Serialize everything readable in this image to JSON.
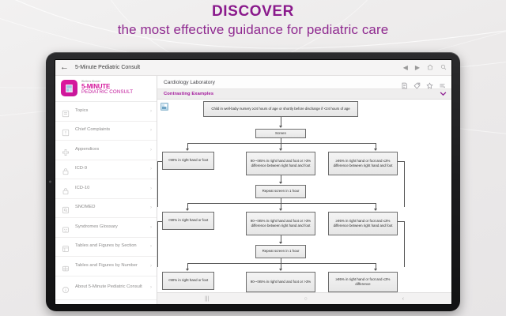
{
  "promo": {
    "title": "DISCOVER",
    "subtitle": "the most effective guidance for pediatric care"
  },
  "colors": {
    "brand_purple": "#8a1a8c",
    "brand_magenta": "#d4189c",
    "section_accent": "#a2159b",
    "page_background": "#f0eeee"
  },
  "appbar": {
    "back_icon": "←",
    "title": "5-Minute Pediatric Consult",
    "icons": [
      {
        "name": "nav-back-icon",
        "glyph": "◀"
      },
      {
        "name": "nav-forward-icon",
        "glyph": "▶"
      },
      {
        "name": "home-icon",
        "glyph": "⌂"
      },
      {
        "name": "search-icon",
        "glyph": "⚲"
      }
    ]
  },
  "sidebar": {
    "logo": {
      "publisher": "Wolters Kluwer",
      "title": "5-MINUTE",
      "subtitle": "PEDIATRIC CONSULT",
      "icon": "book-logo-icon"
    },
    "items": [
      {
        "label": "Topics",
        "icon": "list-icon",
        "chevron": "›"
      },
      {
        "label": "Chief Complaints",
        "icon": "alert-icon",
        "chevron": "›"
      },
      {
        "label": "Appendices",
        "icon": "plus-cross-icon",
        "chevron": "›"
      },
      {
        "label": "ICD-9",
        "icon": "lock-icon",
        "chevron": "›"
      },
      {
        "label": "ICD-10",
        "icon": "lock-icon",
        "chevron": "›"
      },
      {
        "label": "SNOMED",
        "icon": "document-search-icon",
        "chevron": "›"
      },
      {
        "label": "Syndromes Glossary",
        "icon": "face-icon",
        "chevron": "›"
      },
      {
        "label": "Tables and Figures by Section",
        "icon": "table-icon",
        "chevron": "›"
      },
      {
        "label": "Tables and Figures by Number",
        "icon": "grid-icon",
        "chevron": "›"
      },
      {
        "label": "About 5-Minute Pediatric Consult",
        "icon": "info-icon",
        "chevron": "›"
      }
    ]
  },
  "document": {
    "title": "Cardiology Laboratory",
    "tools": [
      {
        "name": "note-icon",
        "glyph": "Ὕ2"
      },
      {
        "name": "tag-icon",
        "glyph": "Ἷ7"
      },
      {
        "name": "star-icon",
        "glyph": "☆"
      },
      {
        "name": "outline-icon",
        "glyph": "≣"
      }
    ],
    "section": {
      "label": "Contrasting Examples",
      "chevron": "⌄"
    },
    "figure_thumbnail": "figure-thumbnail-icon"
  },
  "flowchart": {
    "type": "diagram",
    "start": "Child in well-baby nursery ≥24 hours of age or shortly before discharge if <24 hours of age",
    "stages": [
      {
        "decision": "Screen",
        "branches": [
          "<90% in right hand or foot",
          "90–<95% in right hand and foot or >3% difference between right hand and foot",
          "≥95% in right hand or foot and ≤3% difference between right hand and foot"
        ]
      },
      {
        "decision": "Repeat screen in 1 hour",
        "branches": [
          "<90% in right hand or foot",
          "90–<95% in right hand and foot or >3% difference between right hand and foot",
          "≥95% in right hand or foot and ≤3% difference between right hand and foot"
        ]
      },
      {
        "decision": "Repeat screen in 1 hour",
        "branches": [
          "<90% in right hand or foot",
          "90–<95% in right hand and foot or >3%",
          "≥95% in right hand or foot and ≤3% difference"
        ]
      }
    ]
  },
  "android_nav": {
    "recents": "|||",
    "home": "○",
    "back": "‹"
  }
}
